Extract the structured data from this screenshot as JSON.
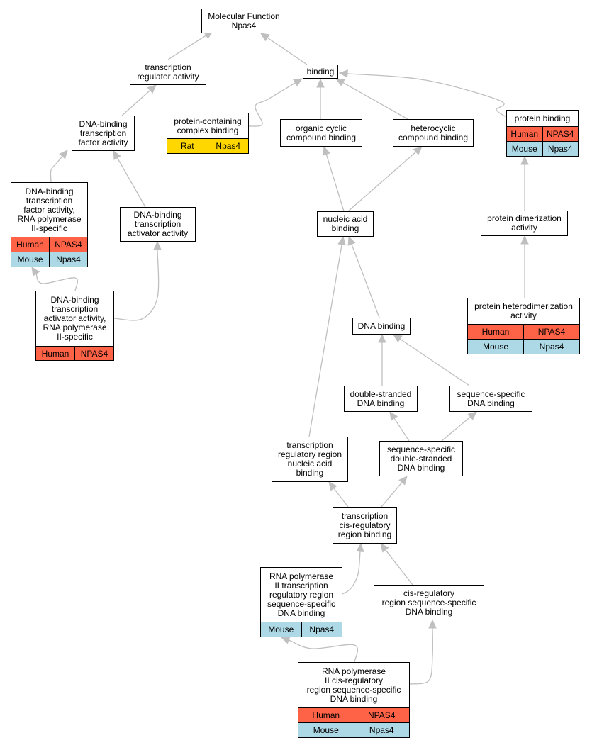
{
  "colors": {
    "human": "#ff6347",
    "mouse": "#add8e6",
    "rat": "#ffd700",
    "edge": "#bfbfbf",
    "border": "#000000"
  },
  "nodes": [
    {
      "id": "mf",
      "lines": [
        "Molecular Function",
        "Npas4"
      ],
      "annotations": []
    },
    {
      "id": "tra",
      "lines": [
        "transcription",
        "regulator activity"
      ],
      "annotations": []
    },
    {
      "id": "binding",
      "lines": [
        "binding"
      ],
      "annotations": []
    },
    {
      "id": "dbtfa",
      "lines": [
        "DNA-binding",
        "transcription",
        "factor activity"
      ],
      "annotations": []
    },
    {
      "id": "pccb",
      "lines": [
        "protein-containing",
        "complex binding"
      ],
      "annotations": [
        {
          "species": "Rat",
          "gene": "Npas4"
        }
      ]
    },
    {
      "id": "ocb",
      "lines": [
        "organic cyclic",
        "compound binding"
      ],
      "annotations": []
    },
    {
      "id": "hcb",
      "lines": [
        "heterocyclic",
        "compound binding"
      ],
      "annotations": []
    },
    {
      "id": "pb",
      "lines": [
        "protein binding"
      ],
      "annotations": [
        {
          "species": "Human",
          "gene": "NPAS4"
        },
        {
          "species": "Mouse",
          "gene": "Npas4"
        }
      ]
    },
    {
      "id": "dbtfa2",
      "lines": [
        "DNA-binding",
        "transcription",
        "factor activity,",
        "RNA polymerase",
        "II-specific"
      ],
      "annotations": [
        {
          "species": "Human",
          "gene": "NPAS4"
        },
        {
          "species": "Mouse",
          "gene": "Npas4"
        }
      ]
    },
    {
      "id": "dbtaa",
      "lines": [
        "DNA-binding",
        "transcription",
        "activator activity"
      ],
      "annotations": []
    },
    {
      "id": "nab",
      "lines": [
        "nucleic acid",
        "binding"
      ],
      "annotations": []
    },
    {
      "id": "pda",
      "lines": [
        "protein dimerization",
        "activity"
      ],
      "annotations": []
    },
    {
      "id": "dbtaa2",
      "lines": [
        "DNA-binding",
        "transcription",
        "activator activity,",
        "RNA polymerase",
        "II-specific"
      ],
      "annotations": [
        {
          "species": "Human",
          "gene": "NPAS4"
        }
      ]
    },
    {
      "id": "phda",
      "lines": [
        "protein heterodimerization",
        "activity"
      ],
      "annotations": [
        {
          "species": "Human",
          "gene": "NPAS4"
        },
        {
          "species": "Mouse",
          "gene": "Npas4"
        }
      ]
    },
    {
      "id": "dnab",
      "lines": [
        "DNA binding"
      ],
      "annotations": []
    },
    {
      "id": "dsdb",
      "lines": [
        "double-stranded",
        "DNA binding"
      ],
      "annotations": []
    },
    {
      "id": "ssdb",
      "lines": [
        "sequence-specific",
        "DNA binding"
      ],
      "annotations": []
    },
    {
      "id": "trrnab",
      "lines": [
        "transcription",
        "regulatory region",
        "nucleic acid",
        "binding"
      ],
      "annotations": []
    },
    {
      "id": "ssdsdb",
      "lines": [
        "sequence-specific",
        "double-stranded",
        "DNA binding"
      ],
      "annotations": []
    },
    {
      "id": "tcrrb",
      "lines": [
        "transcription",
        "cis-regulatory",
        "region binding"
      ],
      "annotations": []
    },
    {
      "id": "rpiitrr",
      "lines": [
        "RNA polymerase",
        "II transcription",
        "regulatory region",
        "sequence-specific",
        "DNA binding"
      ],
      "annotations": [
        {
          "species": "Mouse",
          "gene": "Npas4"
        }
      ]
    },
    {
      "id": "crrssdb",
      "lines": [
        "cis-regulatory",
        "region sequence-specific",
        "DNA binding"
      ],
      "annotations": []
    },
    {
      "id": "rpiicrr",
      "lines": [
        "RNA polymerase",
        "II cis-regulatory",
        "region sequence-specific",
        "DNA binding"
      ],
      "annotations": [
        {
          "species": "Human",
          "gene": "NPAS4"
        },
        {
          "species": "Mouse",
          "gene": "Npas4"
        }
      ]
    }
  ],
  "edges": [
    {
      "from": "tra",
      "to": "mf"
    },
    {
      "from": "binding",
      "to": "mf"
    },
    {
      "from": "dbtfa",
      "to": "tra"
    },
    {
      "from": "pccb",
      "to": "binding"
    },
    {
      "from": "ocb",
      "to": "binding"
    },
    {
      "from": "hcb",
      "to": "binding"
    },
    {
      "from": "pb",
      "to": "binding"
    },
    {
      "from": "dbtfa2",
      "to": "dbtfa"
    },
    {
      "from": "dbtaa",
      "to": "dbtfa"
    },
    {
      "from": "nab",
      "to": "ocb"
    },
    {
      "from": "nab",
      "to": "hcb"
    },
    {
      "from": "pda",
      "to": "pb"
    },
    {
      "from": "dbtaa2",
      "to": "dbtfa2"
    },
    {
      "from": "dbtaa2",
      "to": "dbtaa"
    },
    {
      "from": "phda",
      "to": "pda"
    },
    {
      "from": "dnab",
      "to": "nab"
    },
    {
      "from": "trrnab",
      "to": "nab"
    },
    {
      "from": "dsdb",
      "to": "dnab"
    },
    {
      "from": "ssdb",
      "to": "dnab"
    },
    {
      "from": "ssdsdb",
      "to": "dsdb"
    },
    {
      "from": "ssdsdb",
      "to": "ssdb"
    },
    {
      "from": "tcrrb",
      "to": "trrnab"
    },
    {
      "from": "tcrrb",
      "to": "ssdsdb"
    },
    {
      "from": "rpiitrr",
      "to": "tcrrb"
    },
    {
      "from": "crrssdb",
      "to": "tcrrb"
    },
    {
      "from": "rpiicrr",
      "to": "rpiitrr"
    },
    {
      "from": "rpiicrr",
      "to": "crrssdb"
    }
  ]
}
